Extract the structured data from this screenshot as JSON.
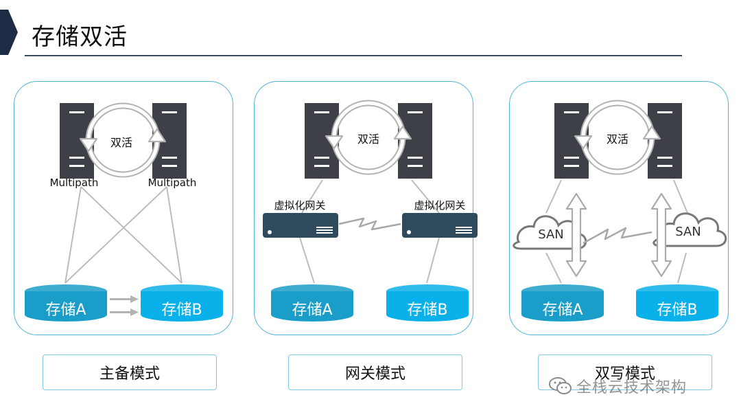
{
  "title": "存储双活",
  "panels": [
    {
      "active_label": "双活",
      "multipath_left": "Multipath",
      "multipath_right": "Multipath",
      "storage_a": "存储A",
      "storage_b": "存储B",
      "mode": "主备模式"
    },
    {
      "active_label": "双活",
      "gateway_left": "虚拟化网关",
      "gateway_right": "虚拟化网关",
      "storage_a": "存储A",
      "storage_b": "存储B",
      "mode": "网关模式"
    },
    {
      "active_label": "双活",
      "san_left": "SAN",
      "san_right": "SAN",
      "storage_a": "存储A",
      "storage_b": "存储B",
      "mode": "双写模式"
    }
  ],
  "watermark": "全栈云技术架构",
  "colors": {
    "panel_border": "#4fb3d9",
    "server": "#3d4046",
    "gateway": "#2f4a5c",
    "storage_a": "#1a9ec9",
    "storage_b": "#0ab0ea",
    "title_rule": "#3b4a5a",
    "corner_mark": "#1d2b44"
  },
  "icons": [
    "server-icon",
    "sync-arrows-icon",
    "gateway-device-icon",
    "lightning-link-icon",
    "cloud-icon",
    "database-icon",
    "wechat-icon"
  ]
}
